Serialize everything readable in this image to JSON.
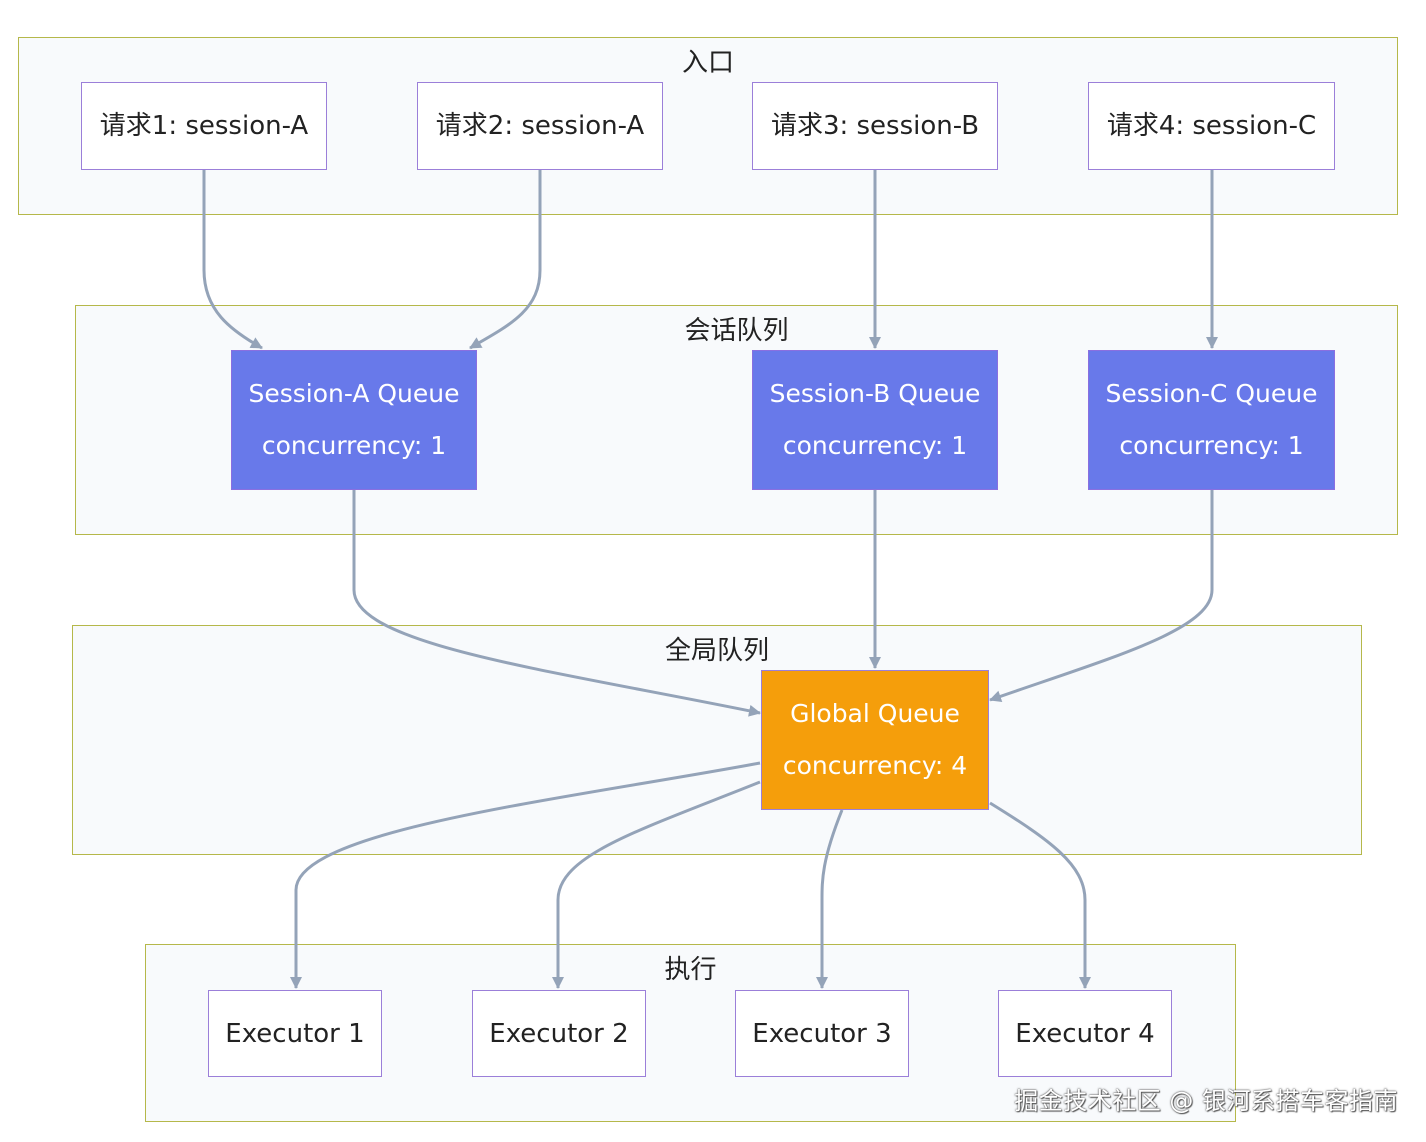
{
  "groups": {
    "entry": "入口",
    "session_queue": "会话队列",
    "global_queue": "全局队列",
    "execute": "执行"
  },
  "requests": [
    "请求1: session-A",
    "请求2: session-A",
    "请求3: session-B",
    "请求4: session-C"
  ],
  "session_queues": [
    {
      "name": "Session-A Queue",
      "concurrency": "concurrency: 1"
    },
    {
      "name": "Session-B Queue",
      "concurrency": "concurrency: 1"
    },
    {
      "name": "Session-C Queue",
      "concurrency": "concurrency: 1"
    }
  ],
  "global_queue": {
    "name": "Global Queue",
    "concurrency": "concurrency: 4"
  },
  "executors": [
    "Executor 1",
    "Executor 2",
    "Executor 3",
    "Executor 4"
  ],
  "watermark": "掘金技术社区 @ 银河系搭车客指南",
  "colors": {
    "session_queue_fill": "#6879ea",
    "global_queue_fill": "#f59e0b",
    "edge": "#94a3b8",
    "group_border": "#b5b84a"
  }
}
